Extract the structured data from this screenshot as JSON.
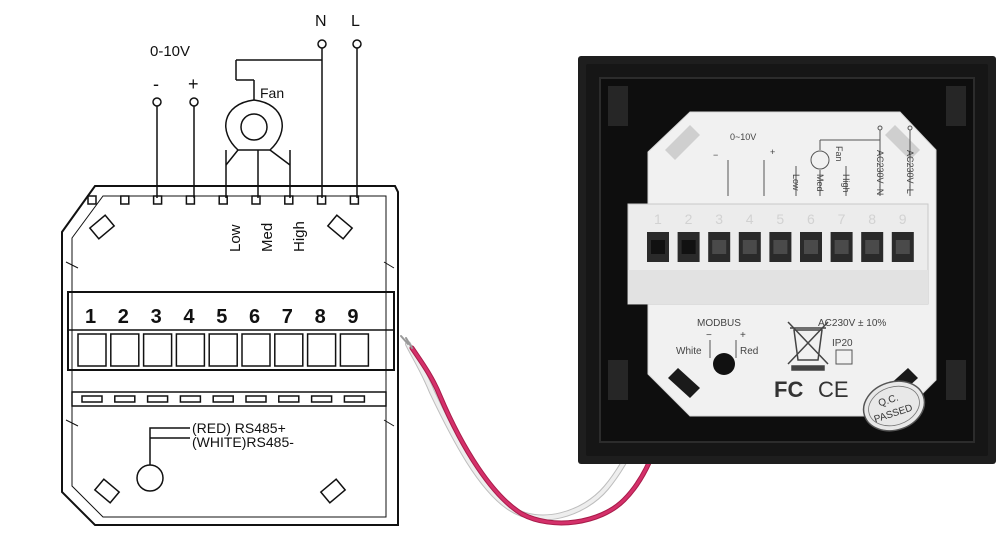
{
  "wiring": {
    "signal_label": "0-10V",
    "minus_label": "-",
    "plus_label": "+",
    "neutral_label": "N",
    "live_label": "L",
    "fan_label": "Fan",
    "low_label": "Low",
    "med_label": "Med",
    "high_label": "High",
    "terminal_numbers": [
      "1",
      "2",
      "3",
      "4",
      "5",
      "6",
      "7",
      "8",
      "9"
    ],
    "rs485_plus_label": "(RED) RS485+",
    "rs485_minus_label": "(WHITE)RS485-"
  },
  "device": {
    "signal_label": "0~10V",
    "minus_label": "−",
    "plus_label": "+",
    "fan_label": "Fan",
    "low_label": "Low",
    "med_label": "Med",
    "high_label": "High",
    "neutral_label": "AC230V~N",
    "live_label": "AC230V~L",
    "terminal_numbers": [
      "1",
      "2",
      "3",
      "4",
      "5",
      "6",
      "7",
      "8",
      "9"
    ],
    "modbus_label": "MODBUS",
    "modbus_minus": "−",
    "modbus_plus": "+",
    "white_label": "White",
    "red_label": "Red",
    "rating_label": "AC230V ± 10%",
    "ip_label": "IP20",
    "fc_mark": "FC",
    "ce_mark": "CE",
    "qc_line1": "Q.C.",
    "qc_line2": "PASSED"
  },
  "colors": {
    "line": "#111111",
    "panel": "#1c1c1c",
    "housing": "#f2f2f2",
    "wire_red": "#c8245a",
    "wire_white": "#e6e6e6",
    "terminal": "#2a2a2a"
  }
}
